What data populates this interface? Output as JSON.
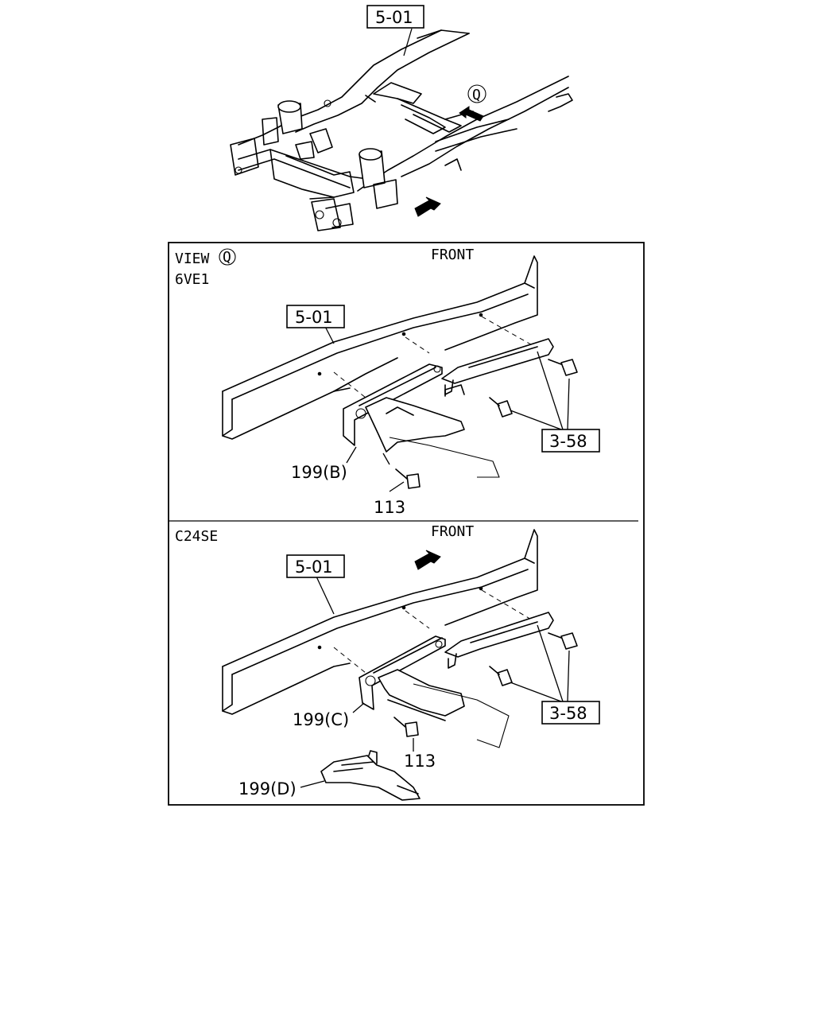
{
  "top_view": {
    "ref_label": "5-01",
    "view_marker": "Q"
  },
  "frame_box": {
    "view_prefix": "VIEW",
    "view_marker": "Q"
  },
  "panels": [
    {
      "engine": "6VE1",
      "front_label": "FRONT",
      "frame_ref": "5-01",
      "bolt_ref": "3-58",
      "bracket_ref": "199(B)",
      "bolt_part": "113"
    },
    {
      "engine": "C24SE",
      "front_label": "FRONT",
      "frame_ref": "5-01",
      "bolt_ref": "3-58",
      "bracket_ref": "199(C)",
      "bolt_part": "113",
      "extra_part": "199(D)"
    }
  ]
}
